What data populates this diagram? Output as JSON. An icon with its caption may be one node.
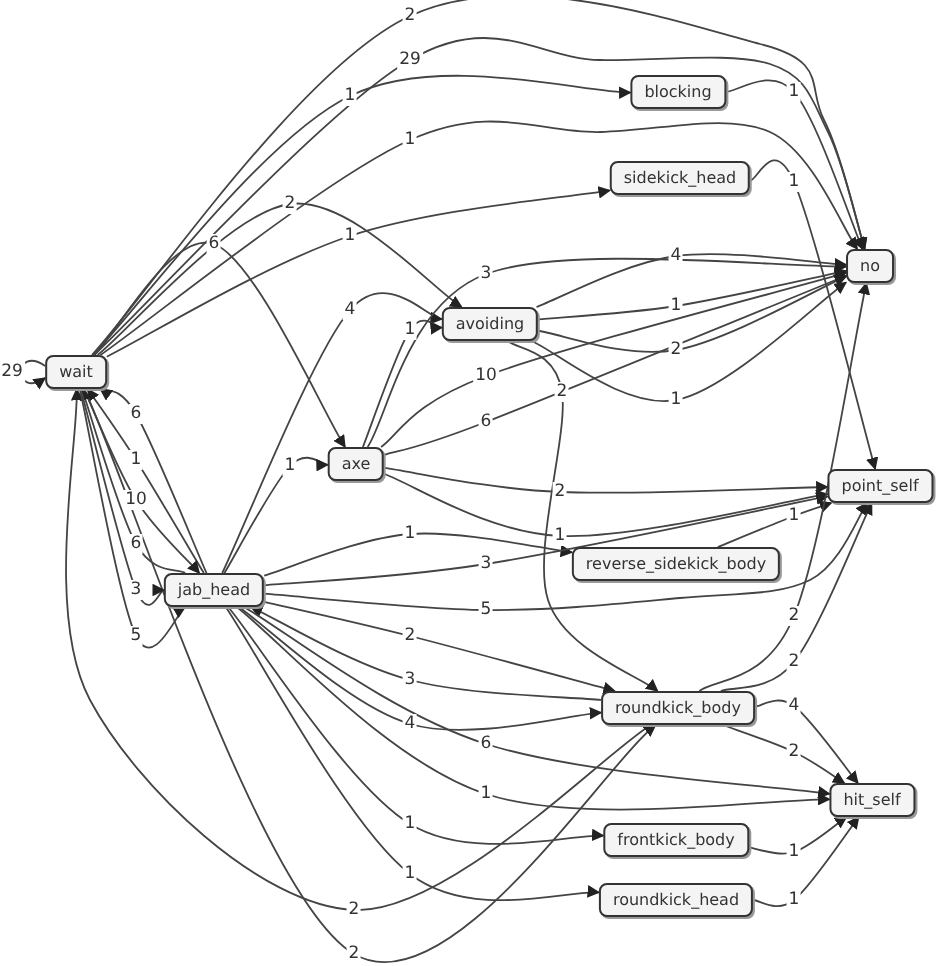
{
  "diagram": {
    "nodes": [
      {
        "text": [
          "wait"
        ]
      },
      {
        "text": [
          "blocking"
        ]
      },
      {
        "text": [
          "sidekick_head"
        ]
      },
      {
        "text": [
          "no"
        ]
      },
      {
        "text": [
          "avoiding"
        ]
      },
      {
        "text": [
          "axe"
        ]
      },
      {
        "text": [
          "point_self"
        ]
      },
      {
        "text": [
          "jab_head"
        ]
      },
      {
        "text": [
          "reverse_sidekick_body"
        ]
      },
      {
        "text": [
          "roundkick_body"
        ]
      },
      {
        "text": [
          "hit_self"
        ]
      },
      {
        "text": [
          "frontkick_body"
        ]
      },
      {
        "text": [
          "roundkick_head"
        ]
      }
    ],
    "edges": [
      {
        "from": 0,
        "to": 0,
        "arrow": "to",
        "label": "29"
      },
      {
        "from": 0,
        "to": 3,
        "arrow": "to",
        "label": "2"
      },
      {
        "from": 0,
        "to": 3,
        "arrow": "to",
        "label": "29"
      },
      {
        "from": 0,
        "to": 1,
        "arrow": "to",
        "label": "1"
      },
      {
        "from": 0,
        "to": 3,
        "arrow": "to",
        "label": "1"
      },
      {
        "from": 0,
        "to": 4,
        "arrow": "to",
        "label": "2"
      },
      {
        "from": 0,
        "to": 2,
        "arrow": "to",
        "label": "1"
      },
      {
        "from": 0,
        "to": 5,
        "arrow": "to",
        "label": "6"
      },
      {
        "from": 7,
        "to": 4,
        "arrow": "to",
        "label": "4"
      },
      {
        "from": 5,
        "to": 4,
        "arrow": "to",
        "label": "1"
      },
      {
        "from": 5,
        "to": 3,
        "arrow": "to",
        "label": "3"
      },
      {
        "from": 5,
        "to": 3,
        "arrow": "to",
        "label": "10"
      },
      {
        "from": 5,
        "to": 3,
        "arrow": "to",
        "label": "6"
      },
      {
        "from": 4,
        "to": 3,
        "arrow": "to",
        "label": "4"
      },
      {
        "from": 4,
        "to": 3,
        "arrow": "to",
        "label": "1"
      },
      {
        "from": 4,
        "to": 3,
        "arrow": "to",
        "label": "2"
      },
      {
        "from": 4,
        "to": 3,
        "arrow": "to",
        "label": "1"
      },
      {
        "from": 4,
        "to": 9,
        "arrow": "to",
        "label": "2"
      },
      {
        "from": 1,
        "to": 3,
        "arrow": "to",
        "label": "1"
      },
      {
        "from": 2,
        "to": 6,
        "arrow": "to",
        "label": "1"
      },
      {
        "from": 7,
        "to": 5,
        "arrow": "to",
        "label": "1"
      },
      {
        "from": 5,
        "to": 6,
        "arrow": "to",
        "label": "2"
      },
      {
        "from": 5,
        "to": 6,
        "arrow": "to",
        "label": "1"
      },
      {
        "from": 7,
        "to": 8,
        "arrow": "to",
        "label": "1"
      },
      {
        "from": 7,
        "to": 6,
        "arrow": "to",
        "label": "3"
      },
      {
        "from": 7,
        "to": 6,
        "arrow": "to",
        "label": "5"
      },
      {
        "from": 8,
        "to": 6,
        "arrow": "to",
        "label": "1"
      },
      {
        "from": 7,
        "to": 9,
        "arrow": "to",
        "label": "2"
      },
      {
        "from": 9,
        "to": 7,
        "arrow": "to",
        "label": "3"
      },
      {
        "from": 7,
        "to": 9,
        "arrow": "to",
        "label": "4"
      },
      {
        "from": 9,
        "to": 3,
        "arrow": "to",
        "label": "2"
      },
      {
        "from": 9,
        "to": 6,
        "arrow": "to",
        "label": "2"
      },
      {
        "from": 9,
        "to": 10,
        "arrow": "to",
        "label": "4"
      },
      {
        "from": 9,
        "to": 10,
        "arrow": "to",
        "label": "2"
      },
      {
        "from": 7,
        "to": 10,
        "arrow": "to",
        "label": "6"
      },
      {
        "from": 7,
        "to": 10,
        "arrow": "to",
        "label": "1"
      },
      {
        "from": 7,
        "to": 11,
        "arrow": "to",
        "label": "1"
      },
      {
        "from": 7,
        "to": 12,
        "arrow": "to",
        "label": "1"
      },
      {
        "from": 9,
        "to": 0,
        "arrow": "to",
        "label": "2"
      },
      {
        "from": 0,
        "to": 9,
        "arrow": "to",
        "label": "2"
      },
      {
        "from": 11,
        "to": 10,
        "arrow": "to",
        "label": "1"
      },
      {
        "from": 12,
        "to": 10,
        "arrow": "to",
        "label": "1"
      },
      {
        "from": 7,
        "to": 0,
        "arrow": "to",
        "label": "6"
      },
      {
        "from": 7,
        "to": 0,
        "arrow": "to",
        "label": "1"
      },
      {
        "from": 0,
        "to": 7,
        "arrow": "to",
        "label": "10"
      },
      {
        "from": 7,
        "to": 0,
        "arrow": "to",
        "label": "6"
      },
      {
        "from": 0,
        "to": 7,
        "arrow": "to",
        "label": "3"
      },
      {
        "from": 0,
        "to": 7,
        "arrow": "to",
        "label": "5"
      }
    ]
  }
}
